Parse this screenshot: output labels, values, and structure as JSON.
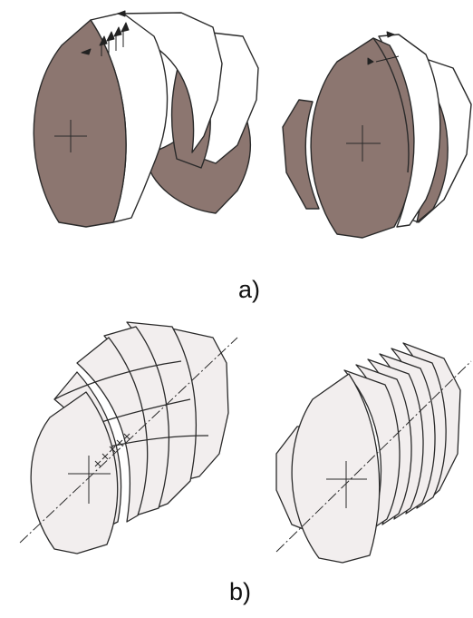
{
  "panels": [
    {
      "id": "a",
      "caption": "a)"
    },
    {
      "id": "b",
      "caption": "b)"
    }
  ],
  "colors": {
    "lobe_dark": "#8c7670",
    "lobe_light": "#f2eeee",
    "side_face": "#ffffff",
    "outline": "#2a2a2a",
    "background": "#ffffff"
  }
}
